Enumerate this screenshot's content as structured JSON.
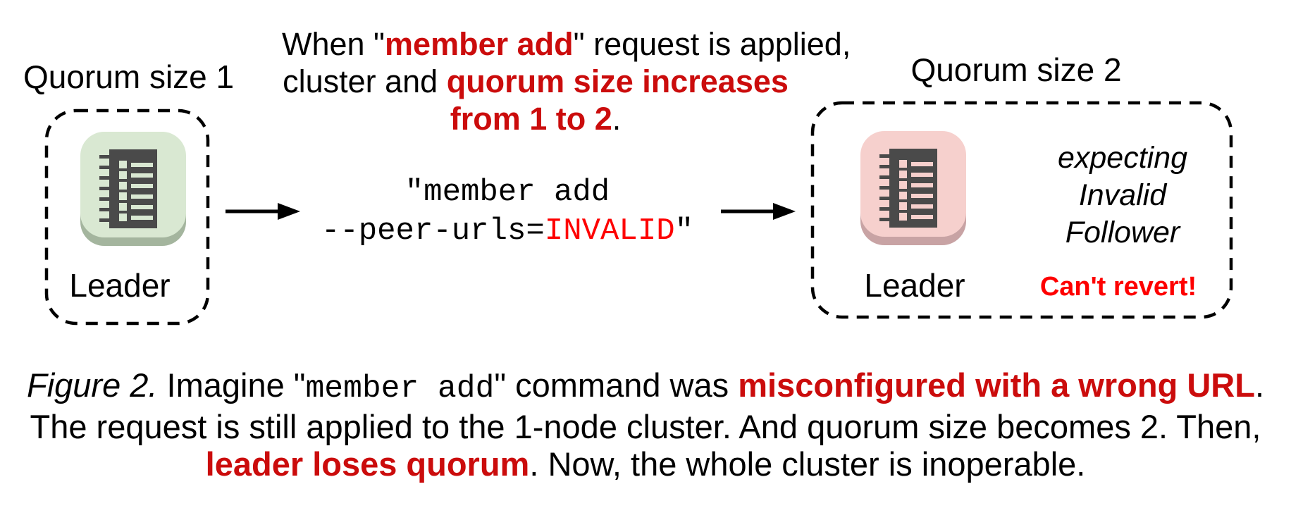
{
  "figure": {
    "left_cluster": {
      "title": "Quorum size 1",
      "node_label": "Leader"
    },
    "annotation": {
      "line1_prefix": "When \"",
      "line1_highlight": "member add",
      "line1_suffix": "\" request is applied,",
      "line2_prefix": "cluster and ",
      "line2_highlight": "quorum size increases",
      "line3_highlight": "from 1 to 2",
      "line3_suffix": "."
    },
    "command": {
      "line1": "\"member add",
      "line2_prefix": "--peer-urls=",
      "line2_error": "INVALID",
      "line2_suffix": "\""
    },
    "right_cluster": {
      "title": "Quorum size 2",
      "node_label": "Leader",
      "expectation_lines": [
        "expecting",
        "Invalid",
        "Follower"
      ],
      "warning": "Can't revert!"
    },
    "caption": {
      "figure_label": "Figure 2.",
      "line1_part1": " Imagine \"",
      "line1_code": "member add",
      "line1_part2": "\" command was ",
      "line1_highlight": "misconfigured with a wrong URL",
      "line1_part3": ".",
      "line2": "The request is still applied to the 1-node cluster. And quorum size becomes 2. Then,",
      "line3_highlight": "leader loses quorum",
      "line3_suffix": ". Now, the whole cluster is inoperable."
    },
    "icons": {
      "left_node": "server-rack-icon",
      "right_node": "server-rack-icon",
      "arrows": "arrow-right-icon"
    },
    "colors": {
      "highlight_red": "#cb0c0c",
      "bright_red": "#fe0000",
      "icon_green_bg": "#d9e8d2",
      "icon_green_shadow": "#a4b59e",
      "icon_pink_bg": "#f6d0cd",
      "icon_pink_shadow": "#c8a3a4",
      "server_body": "#4a4a4a",
      "text_black": "#000000"
    }
  }
}
